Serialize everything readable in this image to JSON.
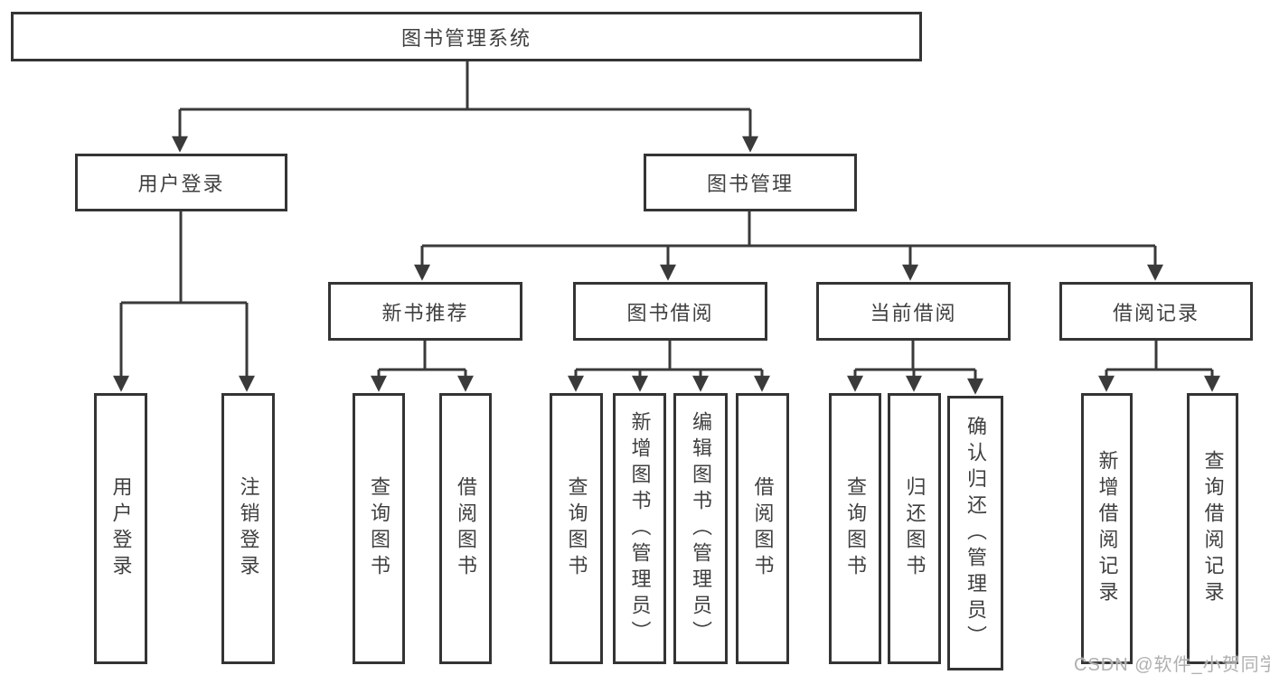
{
  "tree": {
    "label": "图书管理系统",
    "children": [
      {
        "label": "用户登录",
        "children": [
          {
            "label": "用户登录"
          },
          {
            "label": "注销登录"
          }
        ]
      },
      {
        "label": "图书管理",
        "children": [
          {
            "label": "新书推荐",
            "children": [
              {
                "label": "查询图书"
              },
              {
                "label": "借阅图书"
              }
            ]
          },
          {
            "label": "图书借阅",
            "children": [
              {
                "label": "查询图书"
              },
              {
                "label": "新增图书（管理员）"
              },
              {
                "label": "编辑图书（管理员）"
              },
              {
                "label": "借阅图书"
              }
            ]
          },
          {
            "label": "当前借阅",
            "children": [
              {
                "label": "查询图书"
              },
              {
                "label": "归还图书"
              },
              {
                "label": "确认归还（管理员）"
              }
            ]
          },
          {
            "label": "借阅记录",
            "children": [
              {
                "label": "新增借阅记录"
              },
              {
                "label": "查询借阅记录"
              }
            ]
          }
        ]
      }
    ]
  },
  "watermark": {
    "text": "CSDN @软件_小贺同学"
  },
  "colors": {
    "line": "#3a3a3a",
    "box_border": "#343434",
    "text": "#404040",
    "background": "#ffffff",
    "watermark": "#b0b0b0"
  }
}
